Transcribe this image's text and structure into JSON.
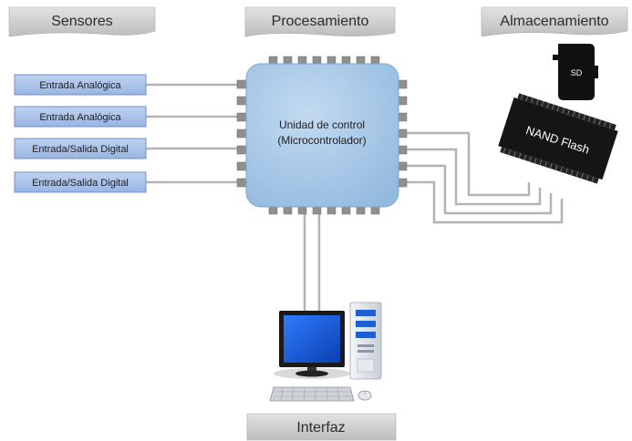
{
  "headers": {
    "sensores": "Sensores",
    "procesamiento": "Procesamiento",
    "almacenamiento": "Almacenamiento",
    "interfaz": "Interfaz"
  },
  "sensors": [
    "Entrada Analógica",
    "Entrada Analógica",
    "Entrada/Salida Digital",
    "Entrada/Salida Digital"
  ],
  "mcu": {
    "line1": "Unidad de control",
    "line2": "(Microcontrolador)"
  },
  "storage": {
    "sd_label": "SD",
    "nand_label": "NAND Flash"
  },
  "colors": {
    "tab_fill": "#c9c9c9",
    "sensor_fill": "#a9c2e8",
    "sensor_stroke": "#6f8fc8",
    "mcu_fill": "#a8c8e6",
    "pin_fill": "#8f8f8f",
    "wire": "#b3b3b3",
    "chip_dark": "#151515",
    "monitor_screen": "#1a55d6"
  },
  "icons": {
    "sd": "sd-card-icon",
    "nand": "nand-flash-chip-icon",
    "computer": "desktop-computer-icon"
  }
}
